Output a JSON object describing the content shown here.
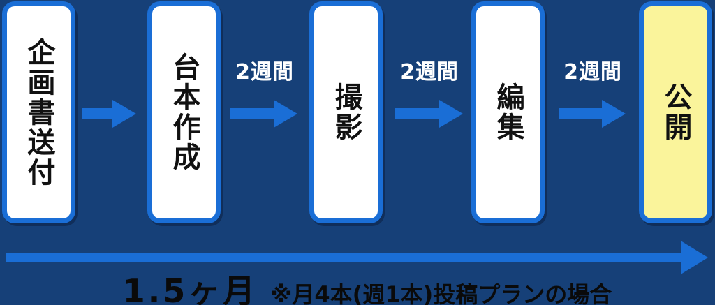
{
  "diagram_title": "video-production-flow",
  "colors": {
    "background": "#164078",
    "accent_blue": "#1A6ED6",
    "box_fill": "#FFFFFF",
    "final_box_fill": "#FAF49B",
    "box_text": "#111111",
    "duration_label_text": "#FFFFFF",
    "footer_text": "#0A0A0A"
  },
  "steps": [
    {
      "label": "企画書送付",
      "highlighted": false
    },
    {
      "label": "台本作成",
      "highlighted": false
    },
    {
      "label": "撮影",
      "highlighted": false
    },
    {
      "label": "編集",
      "highlighted": false
    },
    {
      "label": "公開",
      "highlighted": true
    }
  ],
  "arrows": [
    {
      "duration": ""
    },
    {
      "duration": "2週間"
    },
    {
      "duration": "2週間"
    },
    {
      "duration": "2週間"
    }
  ],
  "timeline": {
    "total_duration": "1.5ヶ月",
    "note": "※月4本(週1本)投稿プランの場合"
  }
}
